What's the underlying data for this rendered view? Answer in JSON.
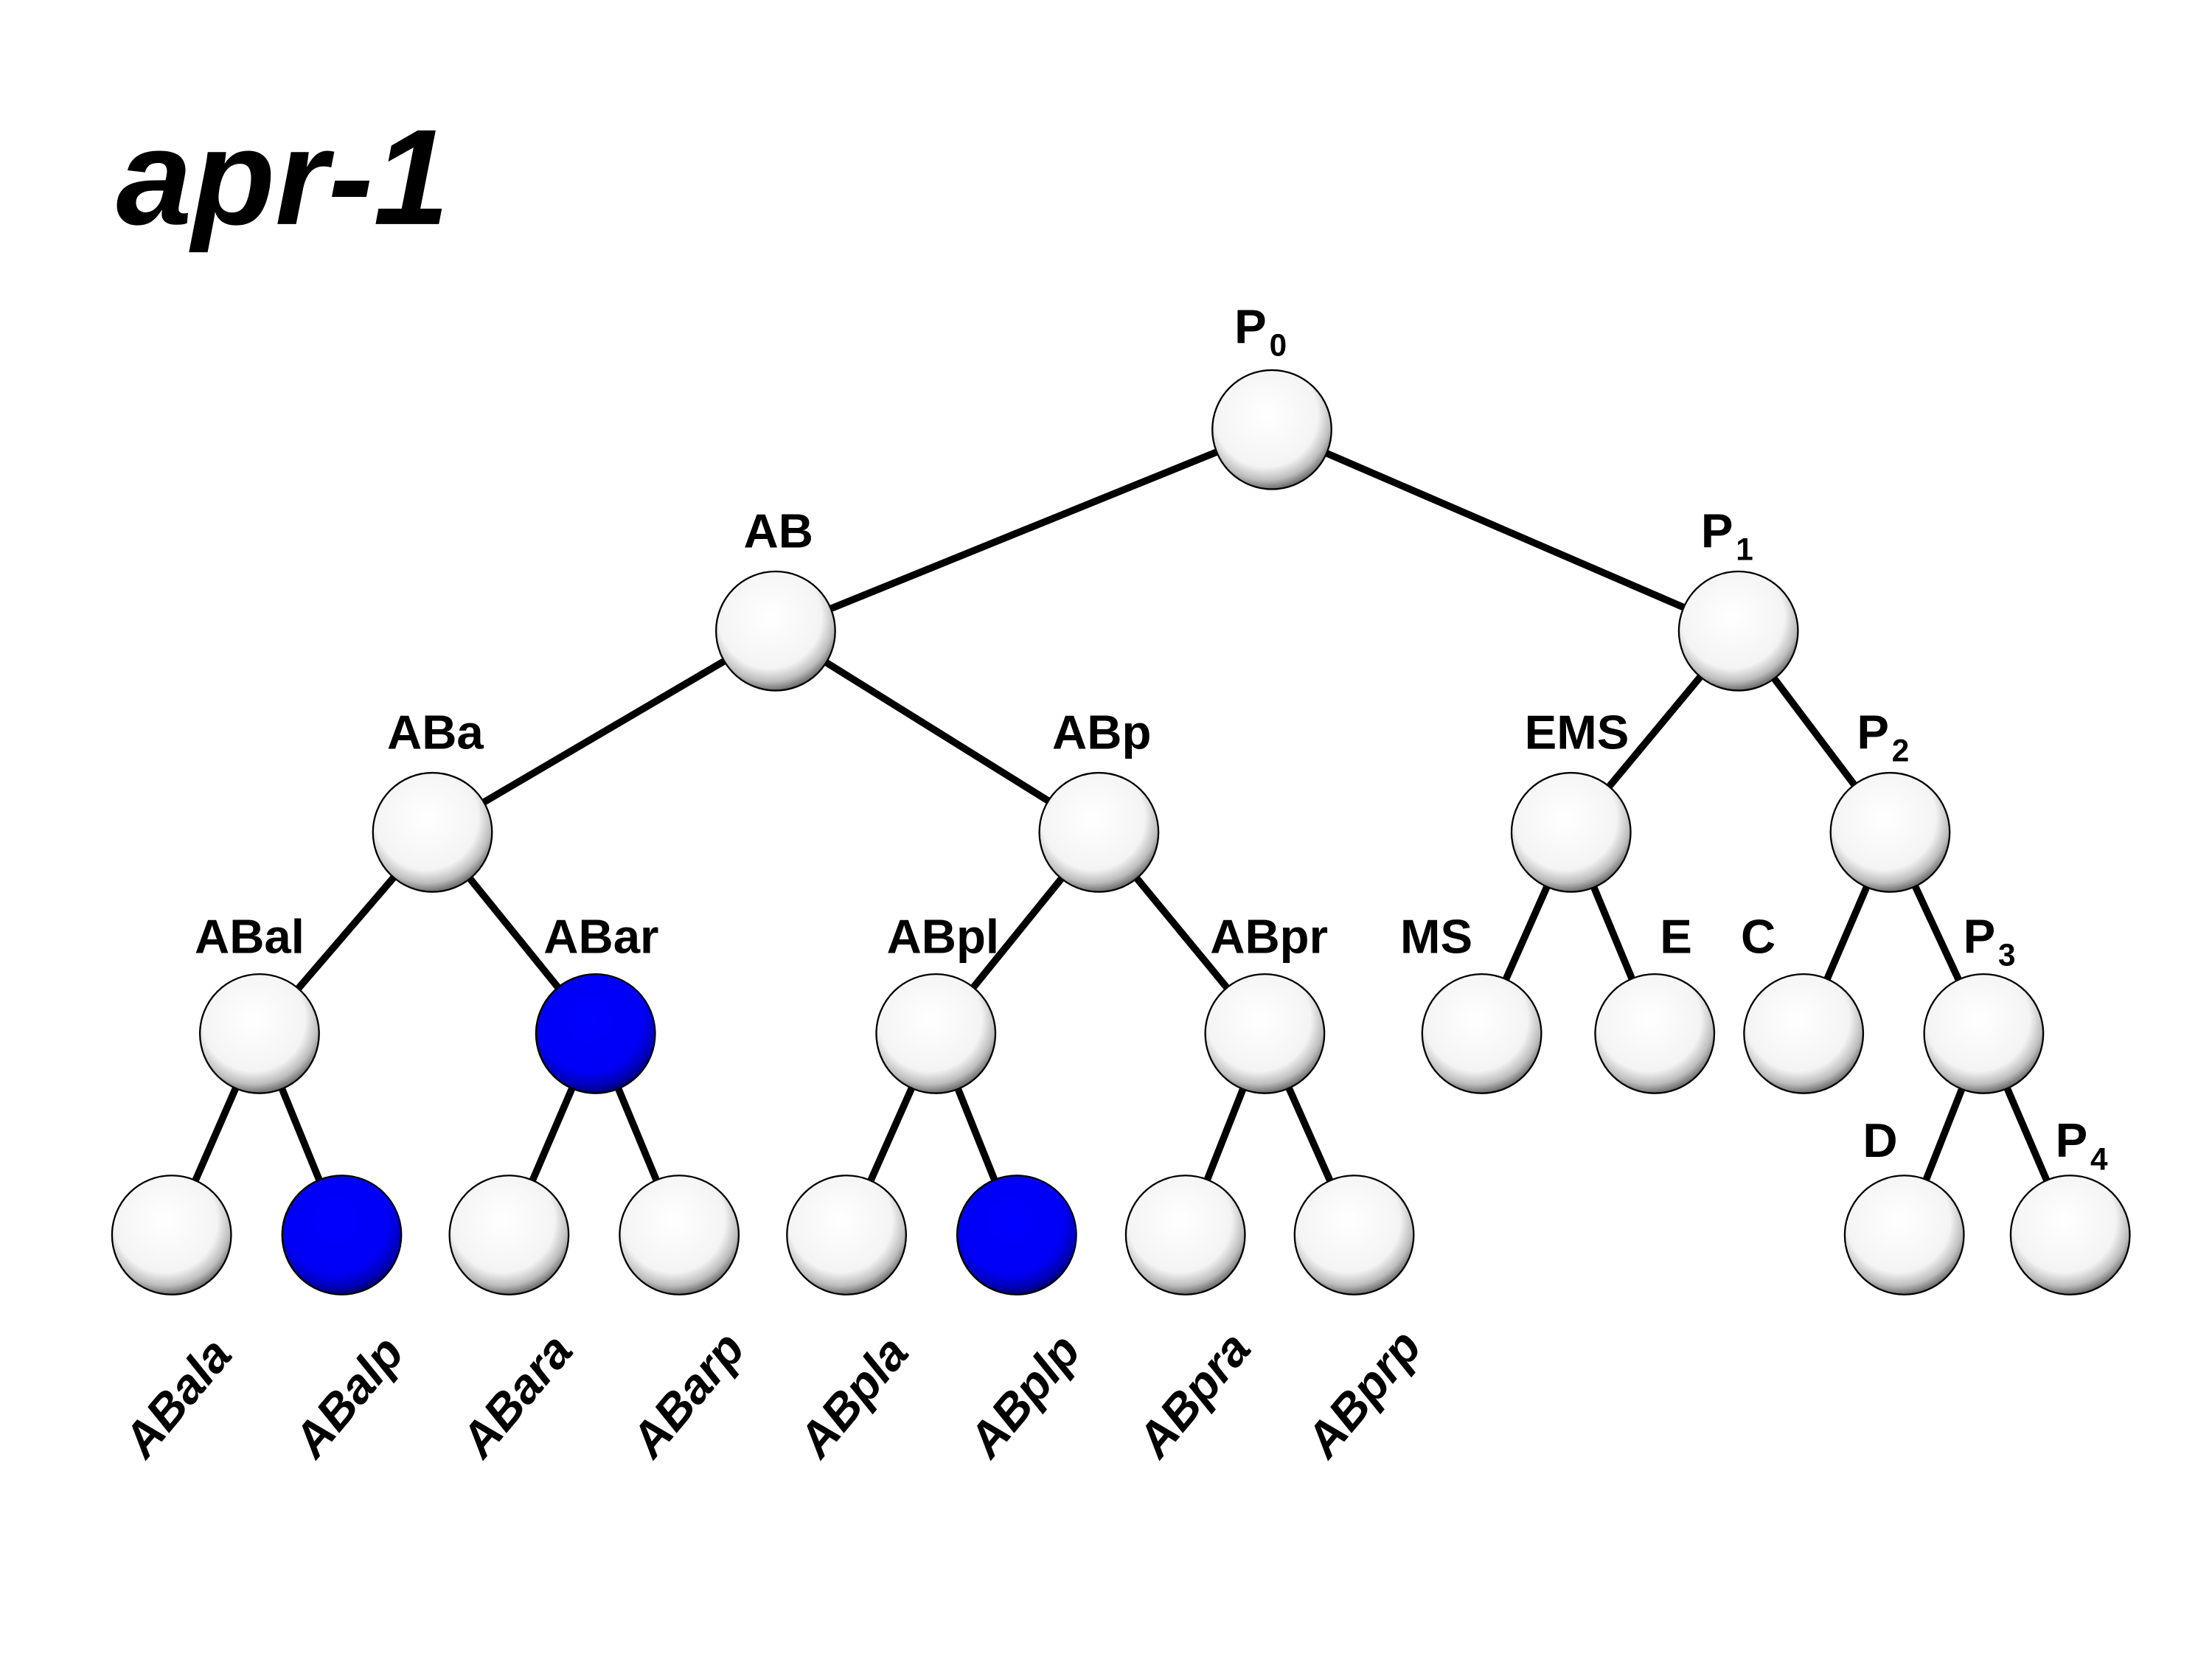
{
  "title": "apr-1",
  "colors": {
    "highlight": "#0000FF",
    "default": "#FFFFFF",
    "edge": "#000000"
  },
  "nodes": [
    {
      "id": "P0",
      "label": "P",
      "sub": "0",
      "highlighted": false
    },
    {
      "id": "AB",
      "label": "AB",
      "sub": "",
      "highlighted": false
    },
    {
      "id": "P1",
      "label": "P",
      "sub": "1",
      "highlighted": false
    },
    {
      "id": "ABa",
      "label": "ABa",
      "sub": "",
      "highlighted": false
    },
    {
      "id": "ABp",
      "label": "ABp",
      "sub": "",
      "highlighted": false
    },
    {
      "id": "EMS",
      "label": "EMS",
      "sub": "",
      "highlighted": false
    },
    {
      "id": "P2",
      "label": "P",
      "sub": "2",
      "highlighted": false
    },
    {
      "id": "ABal",
      "label": "ABal",
      "sub": "",
      "highlighted": false
    },
    {
      "id": "ABar",
      "label": "ABar",
      "sub": "",
      "highlighted": true
    },
    {
      "id": "ABpl",
      "label": "ABpl",
      "sub": "",
      "highlighted": false
    },
    {
      "id": "ABpr",
      "label": "ABpr",
      "sub": "",
      "highlighted": false
    },
    {
      "id": "MS",
      "label": "MS",
      "sub": "",
      "highlighted": false
    },
    {
      "id": "E",
      "label": "E",
      "sub": "",
      "highlighted": false
    },
    {
      "id": "C",
      "label": "C",
      "sub": "",
      "highlighted": false
    },
    {
      "id": "P3",
      "label": "P",
      "sub": "3",
      "highlighted": false
    },
    {
      "id": "ABala",
      "label": "ABala",
      "sub": "",
      "highlighted": false,
      "leaf": true
    },
    {
      "id": "ABalp",
      "label": "ABalp",
      "sub": "",
      "highlighted": true,
      "leaf": true
    },
    {
      "id": "ABara",
      "label": "ABara",
      "sub": "",
      "highlighted": false,
      "leaf": true
    },
    {
      "id": "ABarp",
      "label": "ABarp",
      "sub": "",
      "highlighted": false,
      "leaf": true
    },
    {
      "id": "ABpla",
      "label": "ABpla",
      "sub": "",
      "highlighted": false,
      "leaf": true
    },
    {
      "id": "ABplp",
      "label": "ABplp",
      "sub": "",
      "highlighted": true,
      "leaf": true
    },
    {
      "id": "ABpra",
      "label": "ABpra",
      "sub": "",
      "highlighted": false,
      "leaf": true
    },
    {
      "id": "ABprp",
      "label": "ABprp",
      "sub": "",
      "highlighted": false,
      "leaf": true
    },
    {
      "id": "D",
      "label": "D",
      "sub": "",
      "highlighted": false
    },
    {
      "id": "P4",
      "label": "P",
      "sub": "4",
      "highlighted": false
    }
  ],
  "edges": [
    [
      "P0",
      "AB"
    ],
    [
      "P0",
      "P1"
    ],
    [
      "AB",
      "ABa"
    ],
    [
      "AB",
      "ABp"
    ],
    [
      "P1",
      "EMS"
    ],
    [
      "P1",
      "P2"
    ],
    [
      "ABa",
      "ABal"
    ],
    [
      "ABa",
      "ABar"
    ],
    [
      "ABp",
      "ABpl"
    ],
    [
      "ABp",
      "ABpr"
    ],
    [
      "EMS",
      "MS"
    ],
    [
      "EMS",
      "E"
    ],
    [
      "P2",
      "C"
    ],
    [
      "P2",
      "P3"
    ],
    [
      "ABal",
      "ABala"
    ],
    [
      "ABal",
      "ABalp"
    ],
    [
      "ABar",
      "ABara"
    ],
    [
      "ABar",
      "ABarp"
    ],
    [
      "ABpl",
      "ABpla"
    ],
    [
      "ABpl",
      "ABplp"
    ],
    [
      "ABpr",
      "ABpra"
    ],
    [
      "ABpr",
      "ABprp"
    ],
    [
      "P3",
      "D"
    ],
    [
      "P3",
      "P4"
    ]
  ]
}
